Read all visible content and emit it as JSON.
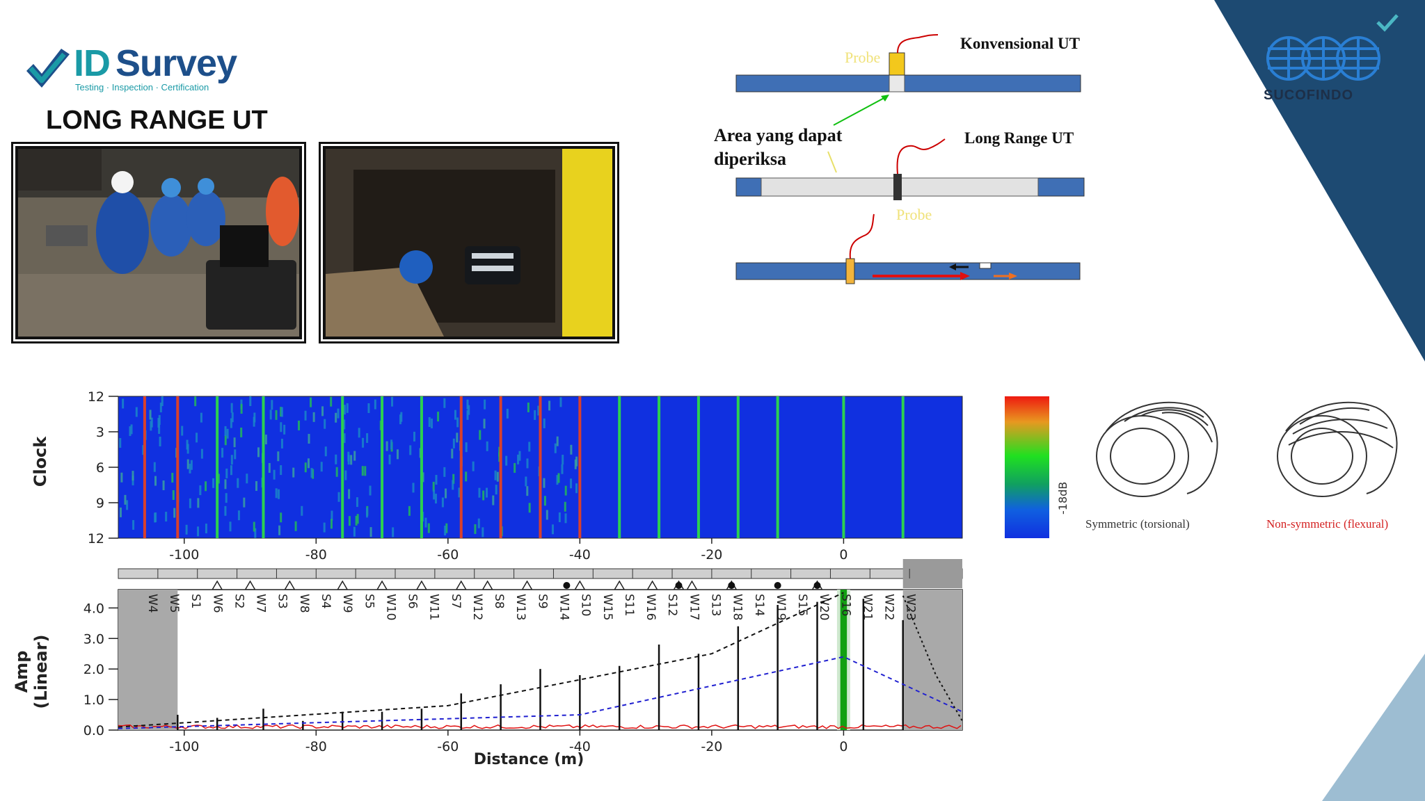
{
  "header": {
    "logo_id": "ID",
    "logo_survey": "Survey",
    "logo_tagline": "Testing · Inspection · Certification",
    "title": "LONG RANGE UT",
    "partner_logo": "SUCOFINDO"
  },
  "diagram": {
    "conventional_label": "Konvensional UT",
    "probe_label_1": "Probe",
    "inspectable_area_line1": "Area yang dapat",
    "inspectable_area_line2": "diperiksa",
    "long_range_label": "Long Range UT",
    "probe_label_2": "Probe"
  },
  "colorbar": {
    "label": "-18dB"
  },
  "modes": {
    "symmetric_label": "Symmetric (torsional)",
    "nonsymmetric_label": "Non-symmetric (flexural)"
  },
  "colors": {
    "brand_teal": "#1a9aa6",
    "brand_navy": "#1d4f8a",
    "pipe_blue": "#3f6fb5",
    "heatmap_bg": "#1030e0",
    "panel_navy": "#1d4a72"
  },
  "chart_data": [
    {
      "type": "heatmap",
      "ylabel": "Clock",
      "y_ticks": [
        "12",
        "3",
        "6",
        "9",
        "12"
      ],
      "x_ticks": [
        "-100",
        "-80",
        "-60",
        "-40",
        "-20",
        "0"
      ],
      "xlim": [
        -110,
        18
      ],
      "feature_lines": [
        {
          "x": -106,
          "color": "red"
        },
        {
          "x": -101,
          "color": "red"
        },
        {
          "x": -95,
          "color": "green"
        },
        {
          "x": -88,
          "color": "green"
        },
        {
          "x": -76,
          "color": "green"
        },
        {
          "x": -70,
          "color": "green"
        },
        {
          "x": -64,
          "color": "green"
        },
        {
          "x": -58,
          "color": "red"
        },
        {
          "x": -52,
          "color": "red"
        },
        {
          "x": -46,
          "color": "red"
        },
        {
          "x": -40,
          "color": "red"
        },
        {
          "x": -34,
          "color": "green"
        },
        {
          "x": -28,
          "color": "green"
        },
        {
          "x": -22,
          "color": "green"
        },
        {
          "x": -16,
          "color": "green"
        },
        {
          "x": -10,
          "color": "green"
        },
        {
          "x": 0,
          "color": "green"
        },
        {
          "x": 9,
          "color": "green"
        }
      ]
    },
    {
      "type": "line",
      "xlabel": "Distance (m)",
      "ylabel": "Amp (Linear)",
      "xlim": [
        -110,
        18
      ],
      "ylim": [
        0,
        4.6
      ],
      "x_ticks": [
        "-100",
        "-80",
        "-60",
        "-40",
        "-20",
        "0"
      ],
      "y_ticks": [
        "0.0",
        "1.0",
        "2.0",
        "3.0",
        "4.0"
      ],
      "feature_labels": [
        "W4",
        "W5",
        "S1",
        "W6",
        "S2",
        "W7",
        "S3",
        "W8",
        "S4",
        "W9",
        "S5",
        "W10",
        "S6",
        "W11",
        "S7",
        "W12",
        "S8",
        "W13",
        "S9",
        "W14",
        "S10",
        "W15",
        "S11",
        "W16",
        "S12",
        "W17",
        "S13",
        "W18",
        "S14",
        "W19",
        "S15",
        "W20",
        "S16",
        "W21",
        "W22",
        "W23"
      ],
      "peaks": [
        {
          "x": -101,
          "y": 0.5
        },
        {
          "x": -95,
          "y": 0.4
        },
        {
          "x": -88,
          "y": 0.7
        },
        {
          "x": -82,
          "y": 0.3
        },
        {
          "x": -76,
          "y": 0.6
        },
        {
          "x": -70,
          "y": 0.6
        },
        {
          "x": -64,
          "y": 0.7
        },
        {
          "x": -58,
          "y": 1.2
        },
        {
          "x": -52,
          "y": 1.5
        },
        {
          "x": -46,
          "y": 2.0
        },
        {
          "x": -40,
          "y": 1.8
        },
        {
          "x": -34,
          "y": 2.1
        },
        {
          "x": -28,
          "y": 2.8
        },
        {
          "x": -22,
          "y": 2.5
        },
        {
          "x": -16,
          "y": 3.4
        },
        {
          "x": -10,
          "y": 4.1
        },
        {
          "x": -4,
          "y": 4.2
        },
        {
          "x": 3,
          "y": 4.3
        },
        {
          "x": 9,
          "y": 3.6
        }
      ],
      "dac_upper": [
        [
          -110,
          0.1
        ],
        [
          -60,
          0.8
        ],
        [
          -20,
          2.5
        ],
        [
          0,
          4.5
        ]
      ],
      "dac_lower": [
        [
          -110,
          0.05
        ],
        [
          -40,
          0.5
        ],
        [
          0,
          2.4
        ],
        [
          18,
          0.6
        ]
      ],
      "noise_color": "red"
    }
  ]
}
